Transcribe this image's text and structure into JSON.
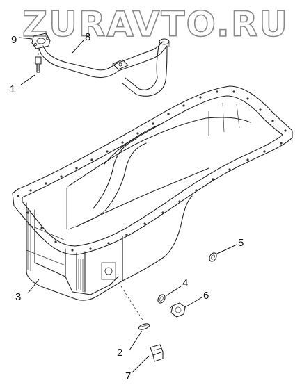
{
  "watermark": "ZURAVTO.RU",
  "callouts": [
    {
      "id": "1",
      "text": "1"
    },
    {
      "id": "2",
      "text": "2"
    },
    {
      "id": "3",
      "text": "3"
    },
    {
      "id": "4",
      "text": "4"
    },
    {
      "id": "5",
      "text": "5"
    },
    {
      "id": "6",
      "text": "6"
    },
    {
      "id": "7",
      "text": "7"
    },
    {
      "id": "8",
      "text": "8"
    },
    {
      "id": "9",
      "text": "9"
    }
  ]
}
